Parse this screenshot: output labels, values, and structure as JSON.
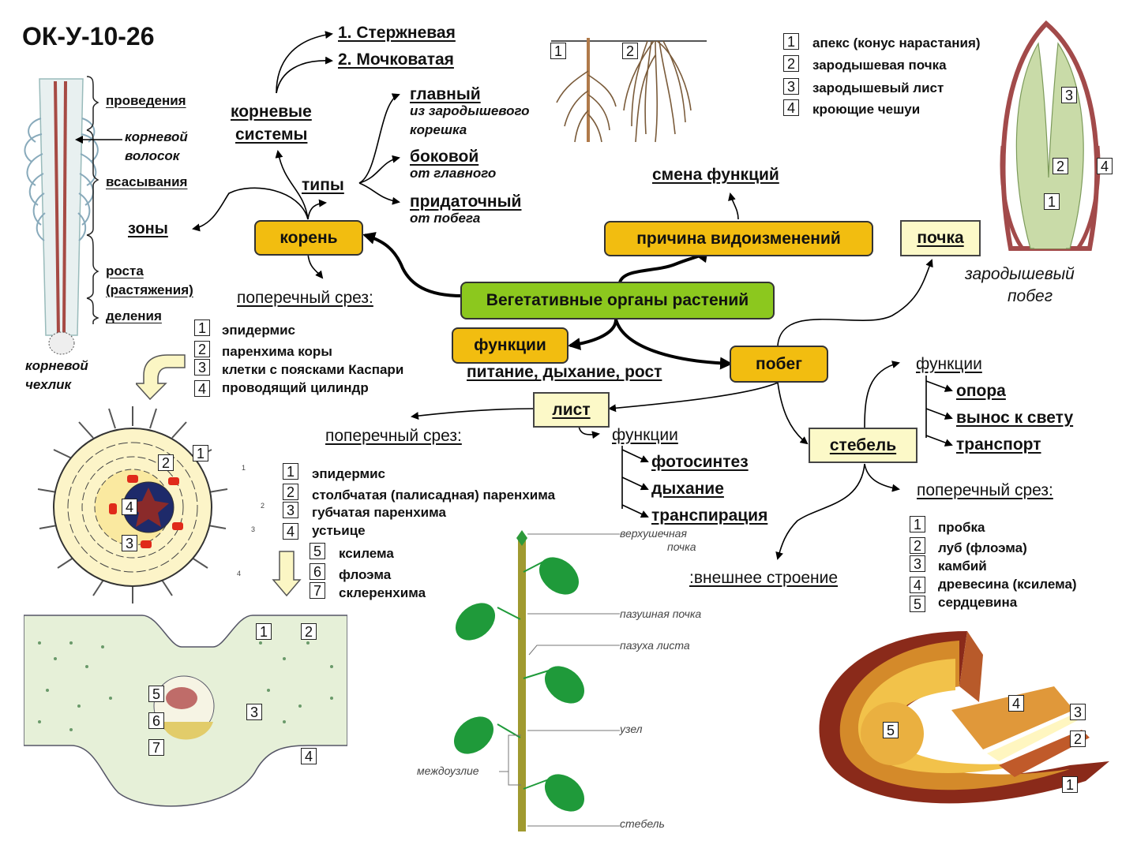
{
  "code": "ОК-У-10-26",
  "center": "Вегетативные органы растений",
  "colors": {
    "gold": "#f2bd10",
    "green": "#8cc81e",
    "pale": "#fcf9c8"
  },
  "root": {
    "label": "корень",
    "zones_label": "зоны",
    "zones": [
      "проведения",
      "всасывания",
      "роста",
      "(растяжения)",
      "деления"
    ],
    "root_hair": [
      "корневой",
      "волосок"
    ],
    "root_cap": [
      "корневой",
      "чехлик"
    ],
    "types_label": "типы",
    "types": [
      {
        "name": "главный",
        "desc": [
          "из зародышевого",
          "корешка"
        ]
      },
      {
        "name": "боковой",
        "desc": [
          "от главного"
        ]
      },
      {
        "name": "придаточный",
        "desc": [
          "от побега"
        ]
      }
    ],
    "systems_label": [
      "корневые",
      "системы"
    ],
    "systems": [
      "1. Стержневая",
      "2. Мочковатая"
    ],
    "system_figs": [
      "1",
      "2"
    ],
    "cross_section_label": "поперечный срез:",
    "cross_section": [
      {
        "n": "1",
        "text": "эпидермис"
      },
      {
        "n": "2",
        "text": "паренхима коры"
      },
      {
        "n": "3",
        "text": "клетки с поясками Каспари"
      },
      {
        "n": "4",
        "text": "проводящий цилиндр"
      }
    ],
    "fig_nums": [
      "1",
      "2",
      "3",
      "4"
    ],
    "fig_small_nums": [
      "1",
      "2",
      "3",
      "4"
    ]
  },
  "functions": {
    "label": "функции",
    "text": "питание, дыхание, рост"
  },
  "modification": {
    "label": "причина видоизменений",
    "result": "смена функций"
  },
  "bud": {
    "label": "почка",
    "caption": [
      "зародышевый",
      "побег"
    ],
    "legend": [
      {
        "n": "1",
        "text": "апекс (конус нарастания)"
      },
      {
        "n": "2",
        "text": "зародышевая почка"
      },
      {
        "n": "3",
        "text": "зародышевый лист"
      },
      {
        "n": "4",
        "text": "кроющие чешуи"
      }
    ],
    "fig_nums": [
      "3",
      "2",
      "4",
      "1"
    ]
  },
  "shoot": {
    "label": "побег"
  },
  "leaf": {
    "label": "лист",
    "cross_section_label": "поперечный срез:",
    "functions_label": "функции",
    "functions": [
      "фотосинтез",
      "дыхание",
      "транспирация"
    ],
    "cross_section": [
      {
        "n": "1",
        "text": "эпидермис"
      },
      {
        "n": "2",
        "text": "столбчатая (палисадная) паренхима"
      },
      {
        "n": "3",
        "text": "губчатая паренхима"
      },
      {
        "n": "4",
        "text": "устьице"
      },
      {
        "n": "5",
        "text": "ксилема"
      },
      {
        "n": "6",
        "text": "флоэма"
      },
      {
        "n": "7",
        "text": "склеренхима"
      }
    ],
    "fig_nums": [
      "1",
      "2",
      "5",
      "6",
      "7",
      "3",
      "4"
    ]
  },
  "stem": {
    "label": "стебель",
    "functions_label": "функции",
    "functions": [
      "опора",
      "вынос к свету",
      "транспорт"
    ],
    "cross_section_label": "поперечный срез:",
    "external_label": ":внешнее строение",
    "cross_section": [
      {
        "n": "1",
        "text": "пробка"
      },
      {
        "n": "2",
        "text": "луб (флоэма)"
      },
      {
        "n": "3",
        "text": "камбий"
      },
      {
        "n": "4",
        "text": "древесина (ксилема)"
      },
      {
        "n": "5",
        "text": "сердцевина"
      }
    ],
    "fig_nums": [
      "4",
      "3",
      "5",
      "2",
      "1"
    ]
  },
  "plant_labels": [
    "верхушечная",
    "почка",
    "пазушная почка",
    "пазуха листа",
    "узел",
    "междоузлие",
    "стебель"
  ]
}
